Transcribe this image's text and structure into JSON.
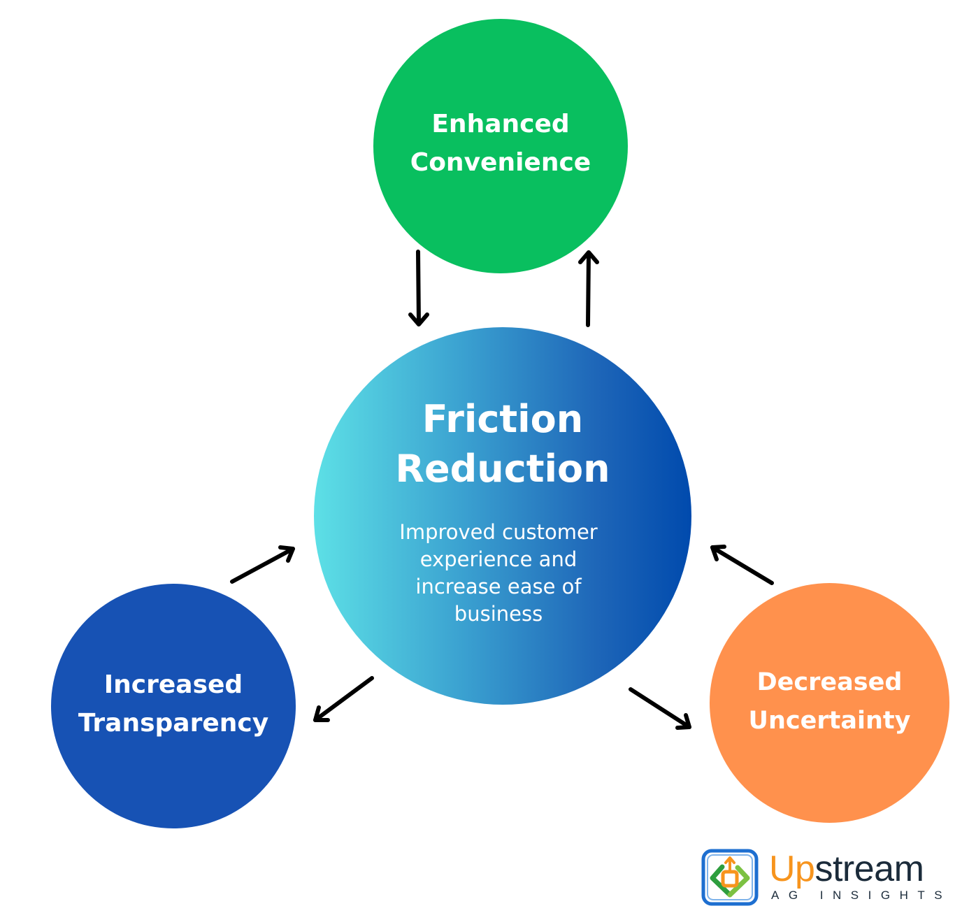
{
  "diagram": {
    "center": {
      "title_lines": [
        "Friction",
        "Reduction"
      ],
      "subtitle_lines": [
        "Improved customer",
        "experience and",
        "increase ease of",
        "business"
      ]
    },
    "nodes": {
      "top": {
        "lines": [
          "Enhanced",
          "Convenience"
        ],
        "color": "#09bf5f"
      },
      "left": {
        "lines": [
          "Increased",
          "Transparency"
        ],
        "color": "#1752b4"
      },
      "right": {
        "lines": [
          "Decreased",
          "Uncertainty"
        ],
        "color": "#ff914d"
      }
    },
    "center_gradient": [
      "#5de0e6",
      "#004aad"
    ],
    "arrow_color": "#000000",
    "connections": [
      {
        "from": "top",
        "to": "center"
      },
      {
        "from": "center",
        "to": "top"
      },
      {
        "from": "left",
        "to": "center"
      },
      {
        "from": "center",
        "to": "left"
      },
      {
        "from": "right",
        "to": "center"
      },
      {
        "from": "center",
        "to": "right"
      }
    ]
  },
  "logo": {
    "word_part_1": "Up",
    "word_part_2": "stream",
    "tagline": "AG INSIGHTS",
    "colors": {
      "orange": "#f7941d",
      "navy": "#1b2b3a",
      "blue": "#1e6fd0",
      "green": "#2e9e3e"
    }
  }
}
